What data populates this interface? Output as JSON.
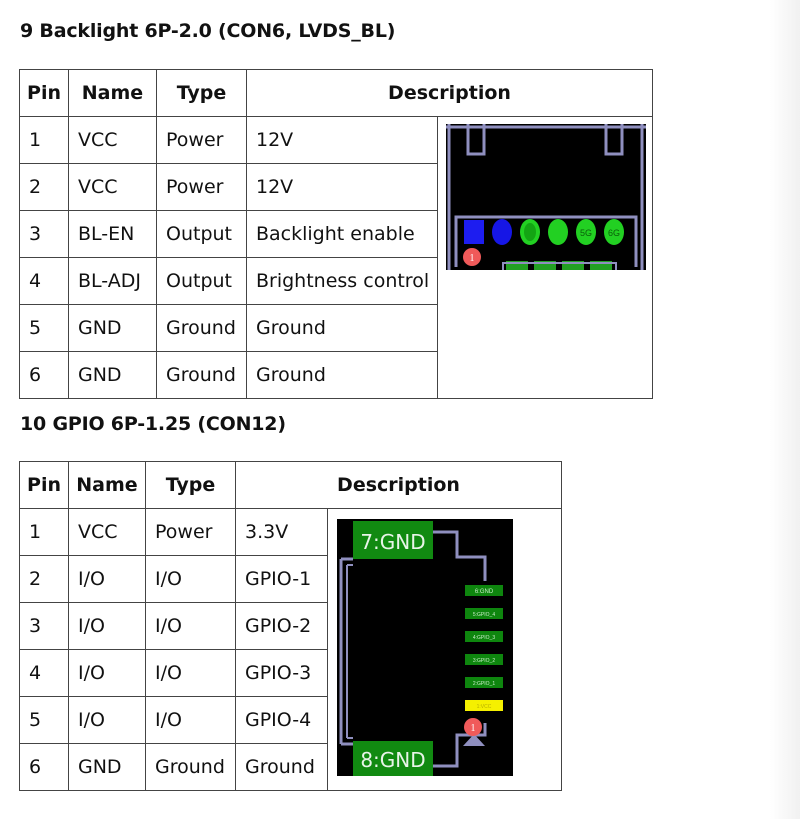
{
  "section_backlight": {
    "heading": "9 Backlight 6P-2.0 (CON6, LVDS_BL)",
    "columns": [
      "Pin",
      "Name",
      "Type",
      "Description"
    ],
    "rows": [
      [
        "1",
        "VCC",
        "Power",
        "12V"
      ],
      [
        "2",
        "VCC",
        "Power",
        "12V"
      ],
      [
        "3",
        "BL-EN",
        "Output",
        "Backlight enable"
      ],
      [
        "4",
        "BL-ADJ",
        "Output",
        "Brightness control"
      ],
      [
        "5",
        "GND",
        "Ground",
        "Ground"
      ],
      [
        "6",
        "GND",
        "Ground",
        "Ground"
      ]
    ],
    "connector_image": {
      "pin1_marker": "1",
      "pin_labels": [
        "5G",
        "6G"
      ],
      "colors": {
        "background": "#000000",
        "outline": "#8f8fbf",
        "square_pad": "#1d1df0",
        "round_pad": "#1616e6",
        "green_pad": "#22d022",
        "marker": "#f05a5a"
      }
    }
  },
  "section_gpio": {
    "heading": "10 GPIO 6P-1.25 (CON12)",
    "columns": [
      "Pin",
      "Name",
      "Type",
      "Description"
    ],
    "rows": [
      [
        "1",
        "VCC",
        "Power",
        "3.3V"
      ],
      [
        "2",
        "I/O",
        "I/O",
        "GPIO-1"
      ],
      [
        "3",
        "I/O",
        "I/O",
        "GPIO-2"
      ],
      [
        "4",
        "I/O",
        "I/O",
        "GPIO-3"
      ],
      [
        "5",
        "I/O",
        "I/O",
        "GPIO-4"
      ],
      [
        "6",
        "GND",
        "Ground",
        "Ground"
      ]
    ],
    "connector_image": {
      "top_label": "7:GND",
      "bottom_label": "8:GND",
      "pin1_marker": "1",
      "pad_labels": [
        "6:GND",
        "5:GPIO_4",
        "4:GPIO_3",
        "3:GPIO_2",
        "2:GPIO_1",
        "1:VCC"
      ],
      "colors": {
        "background": "#000000",
        "outline": "#8f8fbf",
        "label_pad": "#118a11",
        "pin_pad": "#0e860e",
        "pin1_pad": "#f5f000",
        "marker": "#f05a5a"
      }
    }
  }
}
